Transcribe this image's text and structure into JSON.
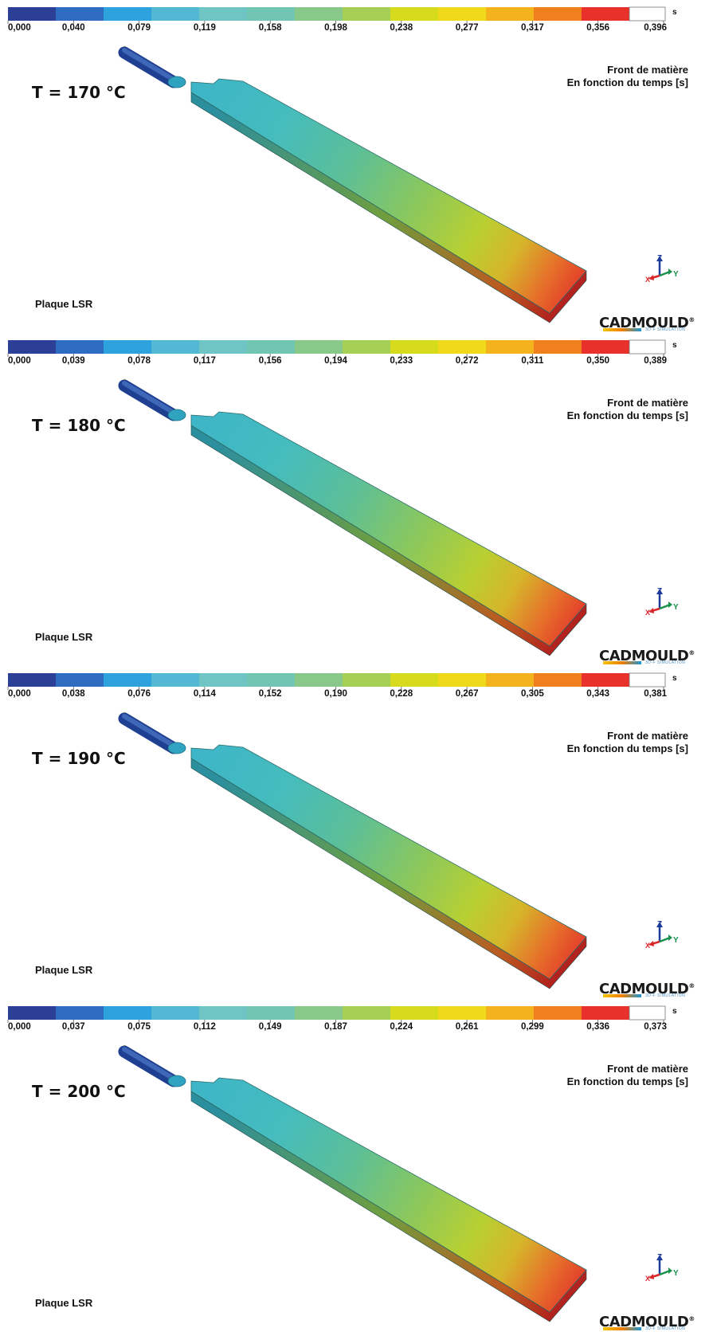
{
  "colorscale": {
    "colors": [
      "#2c3f96",
      "#2d6cc0",
      "#2da2dd",
      "#52b8d3",
      "#6ec5c4",
      "#70c6b3",
      "#88c98a",
      "#a6cf55",
      "#d6dc1b",
      "#f0d81a",
      "#f4b21c",
      "#f07f1e",
      "#e8312a"
    ],
    "unit": "s"
  },
  "shared": {
    "result_line1": "Front de matière",
    "result_line2": "En fonction du temps [s]",
    "part_label": "Plaque LSR",
    "logo_text": "CADMOULD",
    "logo_reg": "®",
    "logo_sub": "3D-F SIMULATION",
    "axis": {
      "z": "Z",
      "x": "X",
      "y": "Y"
    }
  },
  "panels": [
    {
      "temperature": "T = 170 °C",
      "ticks": [
        "0,000",
        "0,040",
        "0,079",
        "0,119",
        "0,158",
        "0,198",
        "0,238",
        "0,277",
        "0,317",
        "0,356",
        "0,396"
      ]
    },
    {
      "temperature": "T = 180 °C",
      "ticks": [
        "0,000",
        "0,039",
        "0,078",
        "0,117",
        "0,156",
        "0,194",
        "0,233",
        "0,272",
        "0,311",
        "0,350",
        "0,389"
      ]
    },
    {
      "temperature": "T = 190 °C",
      "ticks": [
        "0,000",
        "0,038",
        "0,076",
        "0,114",
        "0,152",
        "0,190",
        "0,228",
        "0,267",
        "0,305",
        "0,343",
        "0,381"
      ]
    },
    {
      "temperature": "T = 200 °C",
      "ticks": [
        "0,000",
        "0,037",
        "0,075",
        "0,112",
        "0,149",
        "0,187",
        "0,224",
        "0,261",
        "0,299",
        "0,336",
        "0,373"
      ]
    }
  ]
}
